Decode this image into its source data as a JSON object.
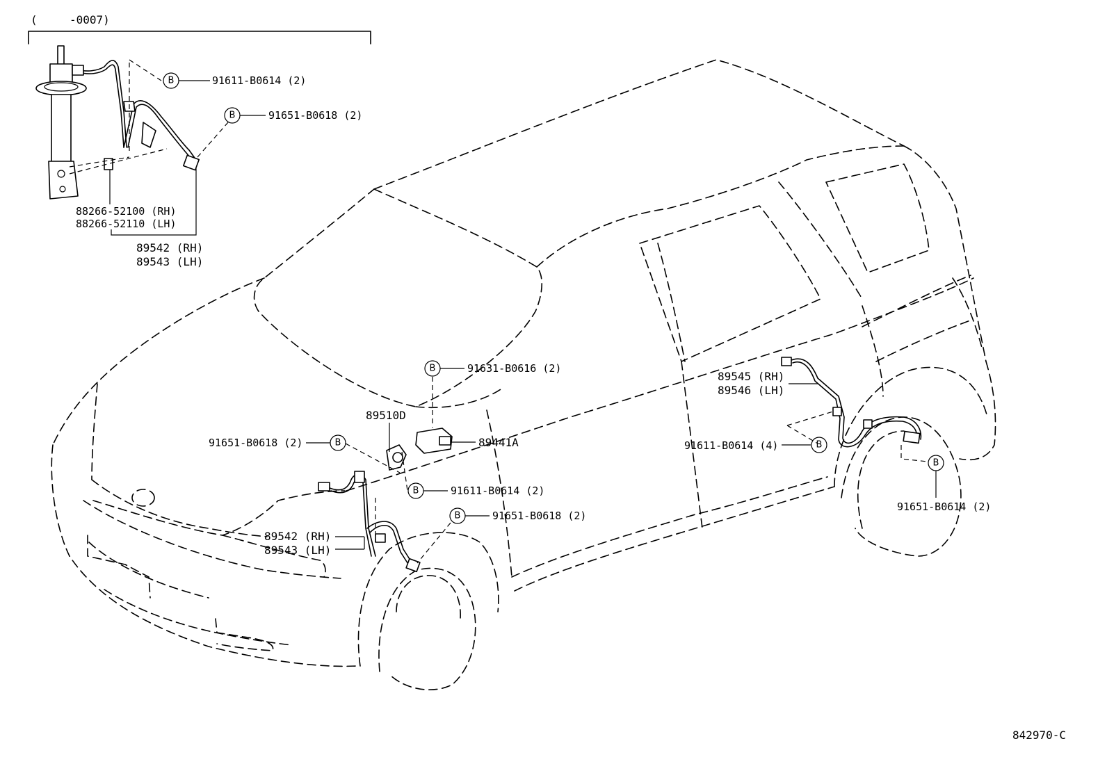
{
  "header": {
    "range_open": "(",
    "range_code": "-0007)"
  },
  "inset": {
    "bolt_1": {
      "symbol": "B",
      "part": "91611-B0614 (2)"
    },
    "bolt_2": {
      "symbol": "B",
      "part": "91651-B0618 (2)"
    },
    "clamp_rh": "88266-52100 (RH)",
    "clamp_lh": "88266-52110 (LH)",
    "sensor_rh": "89542 (RH)",
    "sensor_lh": "89543 (LH)"
  },
  "main": {
    "bolt_ecu": {
      "symbol": "B",
      "part": "91631-B0616 (2)"
    },
    "yaw_sensor": "89510D",
    "ecu": "89441A",
    "bolt_left": {
      "symbol": "B",
      "part": "91651-B0618 (2)"
    },
    "bolt_mid": {
      "symbol": "B",
      "part": "91611-B0614 (2)"
    },
    "bolt_front": {
      "symbol": "B",
      "part": "91651-B0618 (2)"
    },
    "front_sensor_rh": "89542 (RH)",
    "front_sensor_lh": "89543 (LH)",
    "rear_sensor_rh": "89545 (RH)",
    "rear_sensor_lh": "89546 (LH)",
    "bolt_rear_clip": {
      "symbol": "B",
      "part": "91611-B0614 (4)"
    },
    "bolt_rear": {
      "symbol": "B",
      "part": "91651-B0614 (2)"
    }
  },
  "footer": {
    "diagram_id": "842970-C"
  }
}
